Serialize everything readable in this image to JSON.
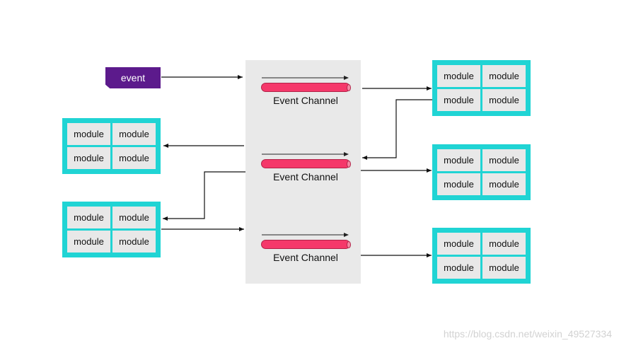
{
  "event_label": "event",
  "channels": [
    {
      "label": "Event Channel"
    },
    {
      "label": "Event Channel"
    },
    {
      "label": "Event Channel"
    }
  ],
  "module_groups": [
    {
      "side": "left",
      "modules": [
        "module",
        "module",
        "module",
        "module"
      ]
    },
    {
      "side": "left",
      "modules": [
        "module",
        "module",
        "module",
        "module"
      ]
    },
    {
      "side": "right",
      "modules": [
        "module",
        "module",
        "module",
        "module"
      ]
    },
    {
      "side": "right",
      "modules": [
        "module",
        "module",
        "module",
        "module"
      ]
    },
    {
      "side": "right",
      "modules": [
        "module",
        "module",
        "module",
        "module"
      ]
    }
  ],
  "watermark": "https://blog.csdn.net/weixin_49527334",
  "colors": {
    "event": "#5c1a8c",
    "pipe": "#f5386a",
    "module_group": "#20d4d4",
    "module": "#e8e8e8",
    "bus": "#e9e9e9"
  }
}
